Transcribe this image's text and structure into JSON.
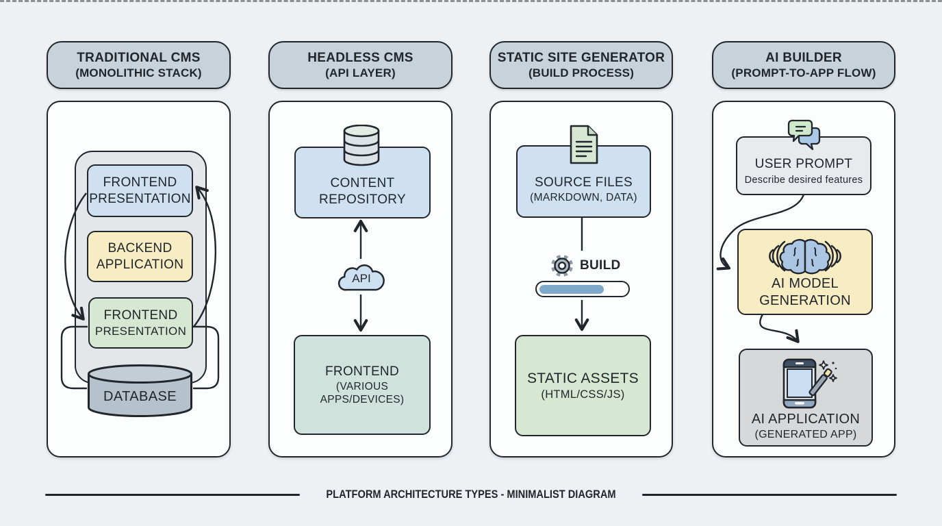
{
  "footer": {
    "caption": "PLATFORM ARCHITECTURE TYPES - MINIMALIST DIAGRAM"
  },
  "colors": {
    "background": "#edf1f4",
    "outline": "#20262b",
    "pill_fill": "#c8d2da",
    "blue_box": "#cfe1f1",
    "yellow_box": "#f8ecc2",
    "green_box": "#d6e8d2",
    "teal_box": "#cfe3dc",
    "monolith_gray": "#e3e7ea",
    "database_gray": "#b5c1cb",
    "light_gray_box": "#e8ebee",
    "app_gray_box": "#d6d8da",
    "progress_blue": "#7fa8cd"
  },
  "columns": [
    {
      "id": "traditional-cms",
      "header": {
        "line1": "TRADITIONAL CMS",
        "line2": "(MONOLITHIC STACK)"
      },
      "stack": {
        "frontend_top": {
          "line1": "FRONTEND",
          "line2": "PRESENTATION"
        },
        "backend": {
          "line1": "BACKEND",
          "line2": "APPLICATION"
        },
        "frontend_bottom": {
          "line1": "FRONTEND",
          "line2": "PRESENTATION"
        },
        "database": {
          "label": "DATABASE"
        }
      }
    },
    {
      "id": "headless-cms",
      "header": {
        "line1": "HEADLESS CMS",
        "line2": "(API LAYER)"
      },
      "content_repository": {
        "line1": "CONTENT",
        "line2": "REPOSITORY"
      },
      "api": {
        "label": "API"
      },
      "frontend": {
        "line1": "FRONTEND",
        "line2": "(VARIOUS APPS/DEVICES)"
      }
    },
    {
      "id": "static-site-generator",
      "header": {
        "line1": "STATIC SITE GENERATOR",
        "line2": "(BUILD PROCESS)"
      },
      "source_files": {
        "line1": "SOURCE FILES",
        "line2": "(MARKDOWN, DATA)"
      },
      "build": {
        "label": "BUILD",
        "progress_percent": 70
      },
      "static_assets": {
        "line1": "STATIC ASSETS",
        "line2": "(HTML/CSS/JS)"
      }
    },
    {
      "id": "ai-builder",
      "header": {
        "line1": "AI BUILDER",
        "line2": "(PROMPT-TO-APP FLOW)"
      },
      "user_prompt": {
        "line1": "USER PROMPT",
        "line2": "Describe desired features"
      },
      "ai_model": {
        "line1": "AI MODEL",
        "line2": "GENERATION"
      },
      "ai_application": {
        "line1": "AI APPLICATION",
        "line2": "(GENERATED APP)"
      }
    }
  ]
}
